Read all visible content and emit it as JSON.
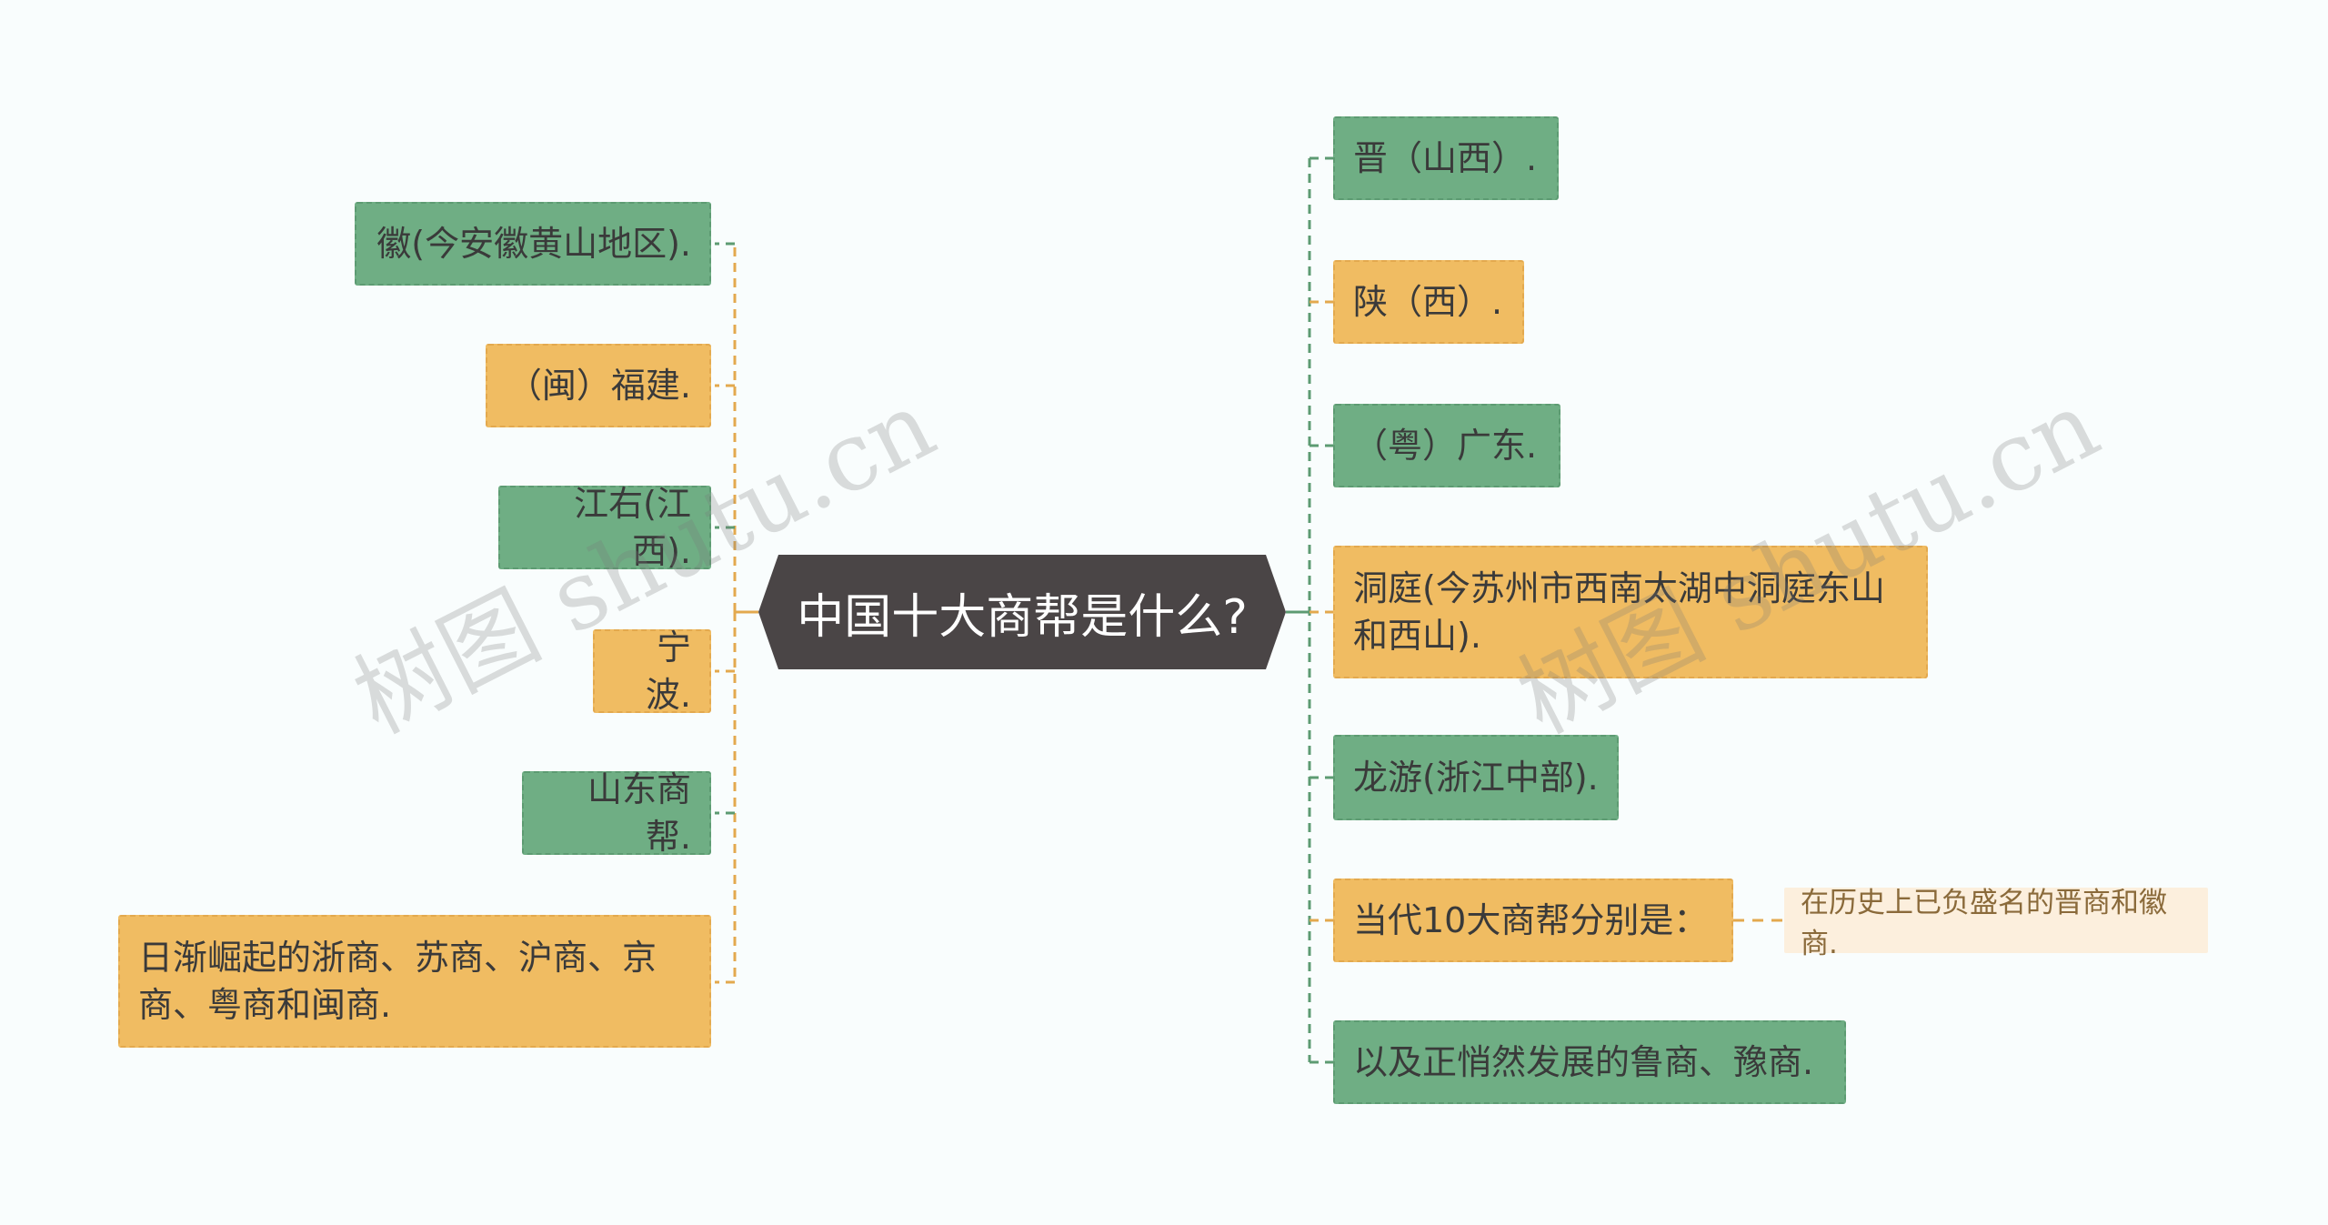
{
  "root": {
    "label": "中国十大商帮是什么?"
  },
  "left": [
    {
      "label": "徽(今安徽黄山地区).",
      "color": "green"
    },
    {
      "label": "（闽）福建.",
      "color": "orange"
    },
    {
      "label": "江右(江西).",
      "color": "green"
    },
    {
      "label": "宁波.",
      "color": "orange"
    },
    {
      "label": "山东商帮.",
      "color": "green"
    },
    {
      "label": "日渐崛起的浙商、苏商、沪商、京商、粤商和闽商.",
      "color": "orange"
    }
  ],
  "right": [
    {
      "label": "晋（山西）.",
      "color": "green"
    },
    {
      "label": "陕（西）.",
      "color": "orange"
    },
    {
      "label": "（粤）广东.",
      "color": "green"
    },
    {
      "label": "洞庭(今苏州市西南太湖中洞庭东山和西山).",
      "color": "orange"
    },
    {
      "label": "龙游(浙江中部).",
      "color": "green"
    },
    {
      "label": "当代10大商帮分别是：",
      "color": "orange"
    },
    {
      "label": "以及正悄然发展的鲁商、豫商.",
      "color": "green"
    }
  ],
  "sub": {
    "label": "在历史上已负盛名的晋商和徽商."
  },
  "watermark": {
    "text": "树图 shutu.cn"
  },
  "colors": {
    "green": "#6fae84",
    "orange": "#f0bc62",
    "root": "#4a4546",
    "sub_bg": "#fcefdd"
  }
}
